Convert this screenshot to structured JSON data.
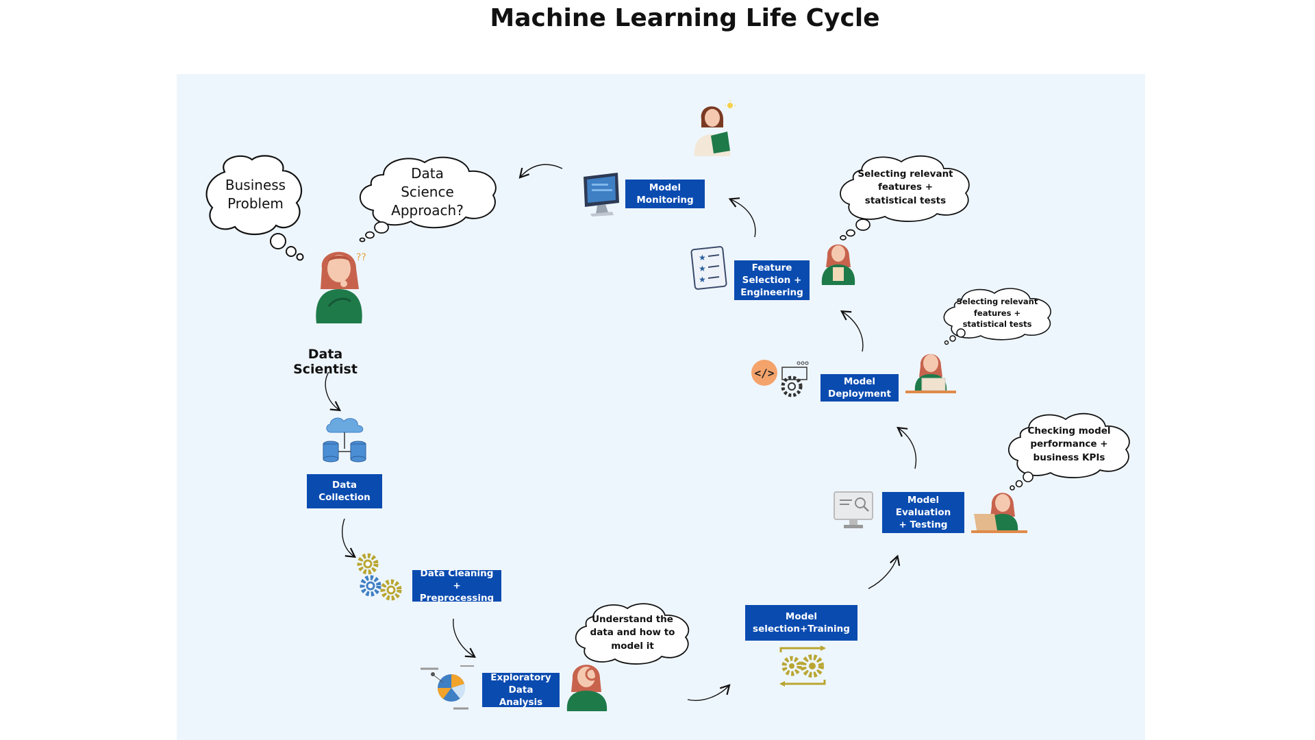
{
  "title": "Machine Learning Life Cycle",
  "actor": {
    "label": "Data Scientist"
  },
  "thoughts": {
    "business_problem": "Business\nProblem",
    "approach": "Data\nScience\nApproach?",
    "feature_selection": "Selecting relevant\nfeatures +\nstatistical tests",
    "deployment": "Selecting relevant\nfeatures +\nstatistical tests",
    "evaluation": "Checking model\nperformance +\nbusiness KPIs",
    "eda": "Understand the\ndata and how to\nmodel it"
  },
  "steps": {
    "data_collection": "Data Collection",
    "data_cleaning": "Data Cleaning +\nPreprocessing",
    "eda": "Exploratory Data\nAnalysis",
    "model_selection": "Model\nselection+Training",
    "model_evaluation": "Model Evaluation\n+ Testing",
    "model_deployment": "Model\nDeployment",
    "feature_selection": "Feature\nSelection +\nEngineering",
    "model_monitoring": "Model\nMonitoring"
  },
  "colors": {
    "background_panel": "#eef6fd",
    "step_box": "#0a4bb0",
    "person_shirt": "#1f7a4a",
    "person_hair": "#c7634d",
    "gear_gold": "#b9a632",
    "gear_blue": "#3f7fc4"
  }
}
